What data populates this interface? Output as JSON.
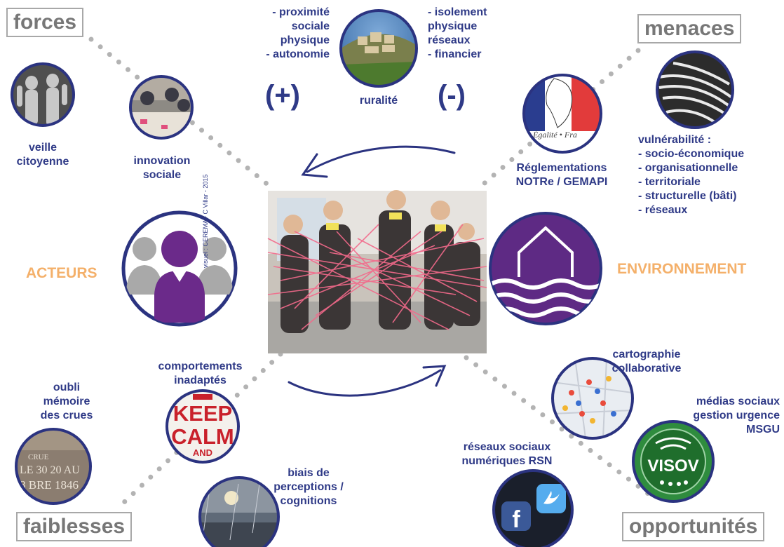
{
  "corners": {
    "forces": "forces",
    "menaces": "menaces",
    "faiblesses": "faiblesses",
    "opportunites": "opportunités"
  },
  "top": {
    "plus_lines": [
      "- proximité",
      "sociale",
      "physique",
      "- autonomie"
    ],
    "minus_lines": [
      "- isolement",
      "physique",
      "réseaux",
      "- financier"
    ],
    "plus_sign": "(+)",
    "minus_sign": "(-)",
    "ruralite": "ruralité"
  },
  "forces_items": {
    "veille": [
      "veille",
      "citoyenne"
    ],
    "innovation": [
      "innovation",
      "sociale"
    ]
  },
  "menaces_items": {
    "reglementations": [
      "Réglementations",
      "NOTRe / GEMAPI"
    ],
    "vulnerabilite": [
      "vulnérabilité :",
      "- socio-économique",
      "- organisationnelle",
      "- territoriale",
      "- structurelle (bâti)",
      "- réseaux"
    ],
    "marianne_text": "Égalité • Fra"
  },
  "center": {
    "acteurs": "ACTEURS",
    "environnement": "ENVIRONNEMENT",
    "credit": "visuel : CEREMA - C Villar - 2015"
  },
  "faiblesses_items": {
    "comportements": [
      "comportements",
      "inadaptés"
    ],
    "oubli": [
      "oubli",
      "mémoire",
      "des crues"
    ],
    "biais": [
      "biais de",
      "perceptions /",
      "cognitions"
    ],
    "keep_calm": [
      "KEEP",
      "CALM",
      "AND"
    ],
    "crue_sign": [
      "CRUE",
      "LE 30 20 AU",
      "8 BRE 1846"
    ]
  },
  "opportunites_items": {
    "cartographie": [
      "cartographie",
      "collaborative"
    ],
    "medias": [
      "médias sociaux",
      "gestion urgence",
      "MSGU"
    ],
    "rsn": [
      "réseaux sociaux",
      "numériques RSN"
    ],
    "visov": "VISOV"
  },
  "colors": {
    "text_blue": "#2f3a87",
    "orange": "#f4b06a",
    "purple": "#5e2a84",
    "circle_border": "#2b3380",
    "dots": "#b3b3b3"
  }
}
